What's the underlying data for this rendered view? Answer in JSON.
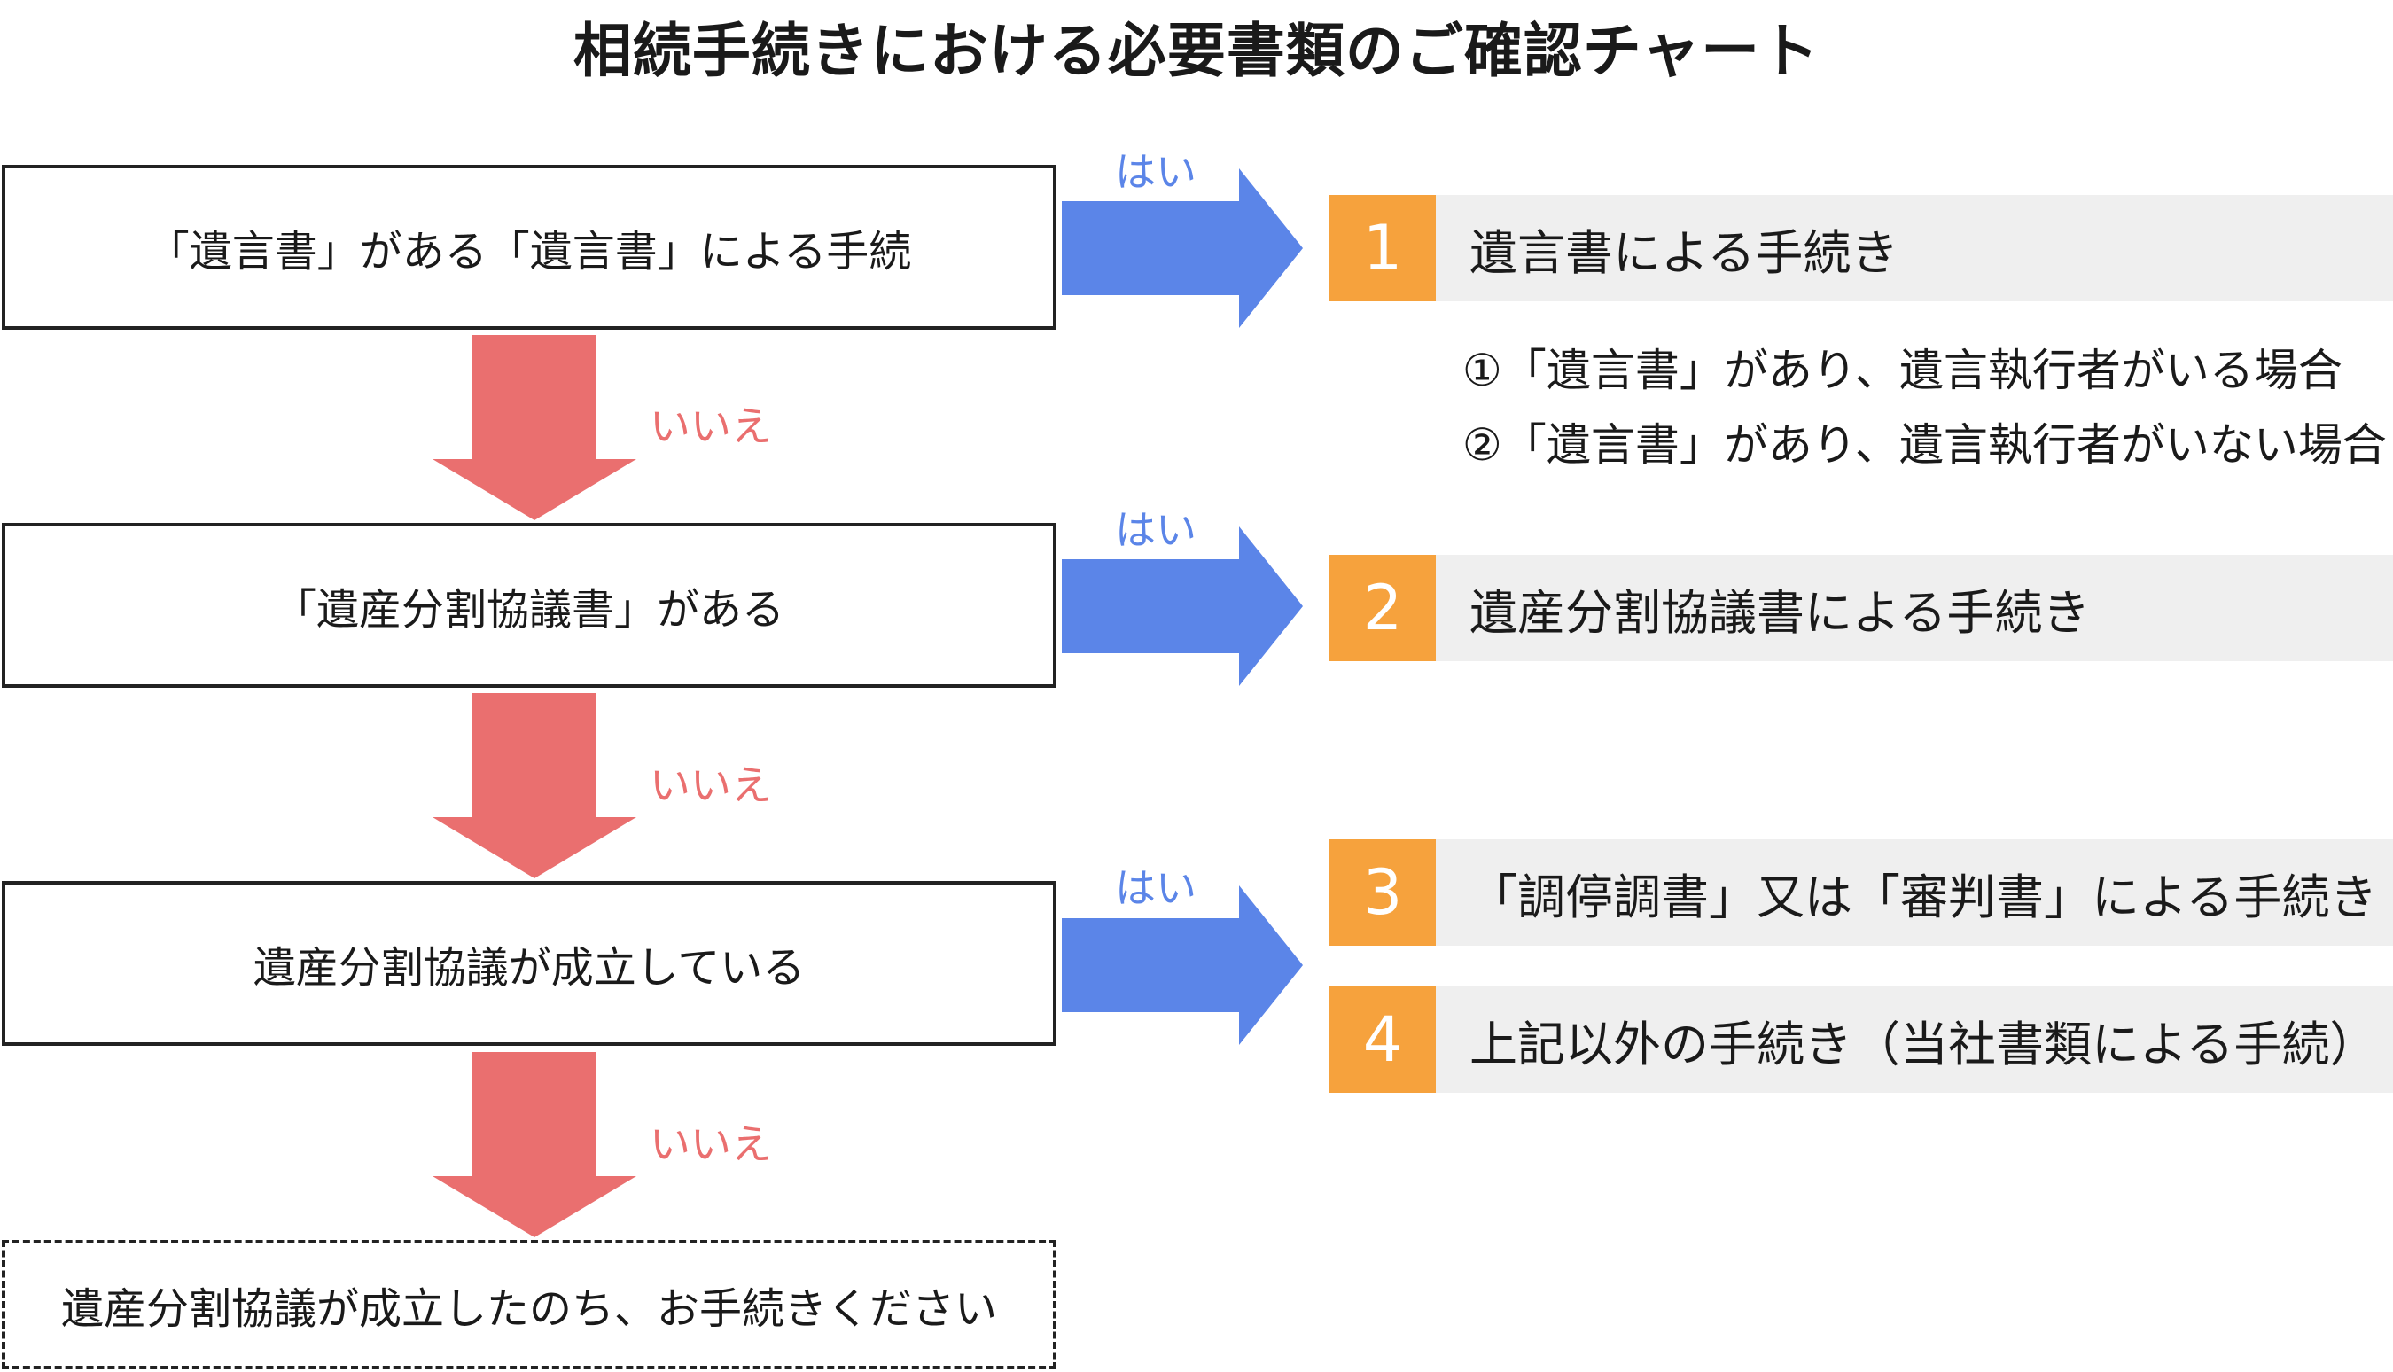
{
  "title": "相続手続きにおける必要書類のご確認チャート",
  "questions": [
    {
      "text": "「遺言書」がある「遺言書」による手続"
    },
    {
      "text": "「遺産分割協議書」がある"
    },
    {
      "text": "遺産分割協議が成立している"
    },
    {
      "text": "遺産分割協議が成立したのち、お手続きください"
    }
  ],
  "yes_label": "はい",
  "no_label": "いいえ",
  "results": [
    {
      "number": "1",
      "label": "遺言書による手続き"
    },
    {
      "number": "2",
      "label": "遺産分割協議書による手続き"
    },
    {
      "number": "3",
      "label": "「調停調書」又は「審判書」による手続き"
    },
    {
      "number": "4",
      "label": "上記以外の手続き（当社書類による手続）"
    }
  ],
  "result1_notes": [
    "①「遺言書」があり、遺言執行者がいる場合",
    "②「遺言書」があり、遺言執行者がいない場合"
  ],
  "colors": {
    "yes_arrow": "#5b85e8",
    "no_arrow": "#ea6f6f",
    "number_badge": "#f6a23d",
    "result_bg": "#efefef"
  }
}
